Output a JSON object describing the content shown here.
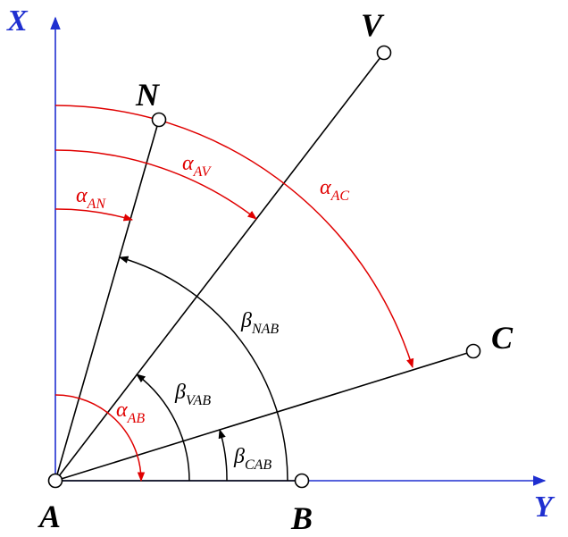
{
  "axes": {
    "x_label": "X",
    "y_label": "Y",
    "color": "#1f2fd0"
  },
  "points": {
    "A": "A",
    "B": "B",
    "C": "C",
    "N": "N",
    "V": "V"
  },
  "angles": {
    "alpha_symbol": "α",
    "beta_symbol": "β",
    "alpha_AN_sub": "AN",
    "alpha_AV_sub": "AV",
    "alpha_AC_sub": "AC",
    "alpha_AB_sub": "AB",
    "beta_NAB_sub": "NAB",
    "beta_VAB_sub": "VAB",
    "beta_CAB_sub": "CAB",
    "alpha_color": "#e00000",
    "beta_color": "#000000"
  }
}
